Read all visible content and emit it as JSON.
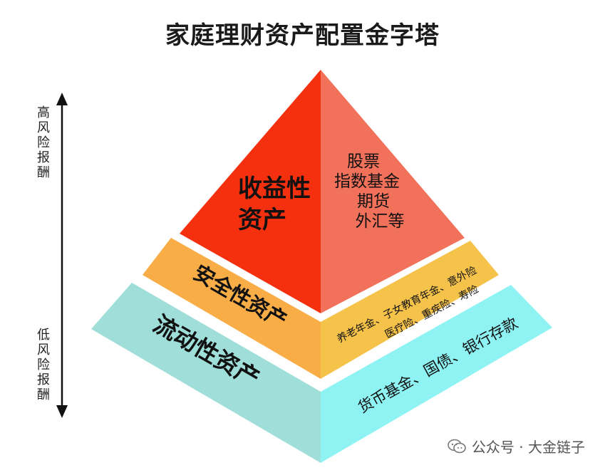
{
  "title": "家庭理财资产配置金字塔",
  "axis": {
    "top_label": "高风险报酬",
    "bottom_label": "低风险报酬"
  },
  "tiers": [
    {
      "name": "收益性资产",
      "name_lines": [
        "收益性",
        "资产"
      ],
      "examples_lines": [
        "股票",
        "指数基金",
        "期货",
        "外汇等"
      ],
      "front_color": "#f4300f",
      "side_color": "#f2715a"
    },
    {
      "name": "安全性资产",
      "examples_lines": [
        "养老年金、子女教育年金、意外险",
        "医疗险、重疾险、寿险"
      ],
      "front_color": "#f9ad47",
      "side_color": "#f6c34a"
    },
    {
      "name": "流动性资产",
      "examples_lines": [
        "货币基金、国债、银行存款"
      ],
      "front_color": "#9fded9",
      "side_color": "#8ff3f3"
    }
  ],
  "watermark": "公众号 · 大金链子"
}
